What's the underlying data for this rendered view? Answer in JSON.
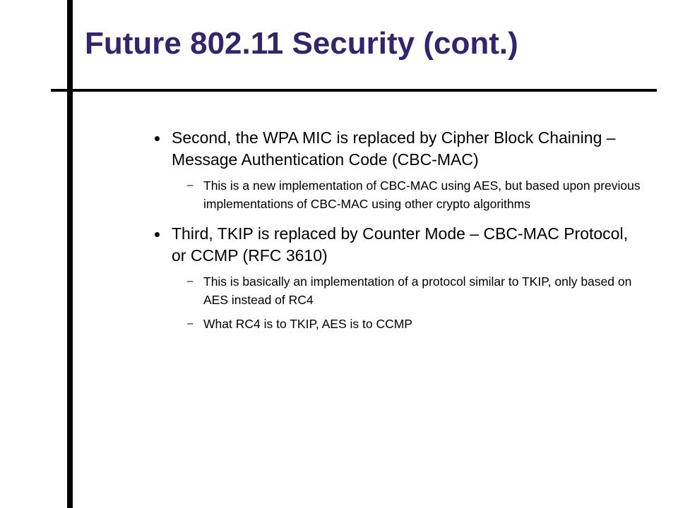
{
  "slide": {
    "title": "Future 802.11 Security (cont.)",
    "bullets": [
      {
        "text": "Second, the WPA MIC is replaced by Cipher Block Chaining – Message Authentication Code (CBC-MAC)",
        "subs": [
          "This is a new implementation of CBC-MAC using AES, but based upon previous implementations of CBC-MAC using other crypto algorithms"
        ]
      },
      {
        "text": "Third, TKIP is replaced by Counter Mode – CBC-MAC Protocol, or CCMP (RFC 3610)",
        "subs": [
          "This is basically an implementation of a protocol similar to TKIP, only based on AES instead of RC4",
          "What RC4 is to TKIP, AES is to CCMP"
        ]
      }
    ],
    "dash_glyph": "–",
    "colors": {
      "title": "#33246b",
      "rules": "#000000",
      "text": "#000000"
    }
  }
}
